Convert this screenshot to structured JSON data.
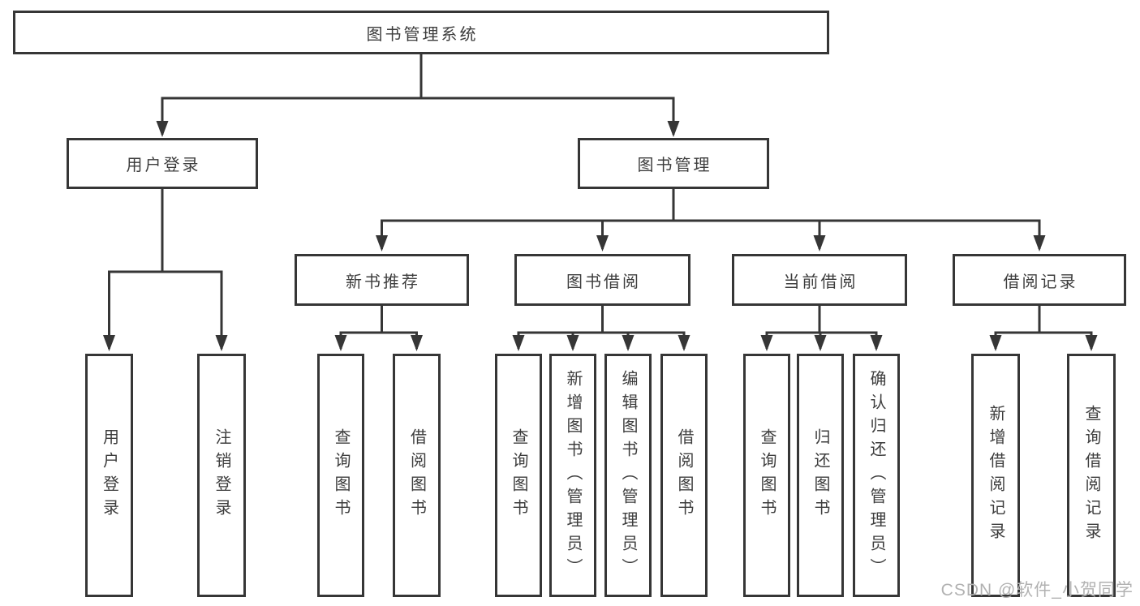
{
  "diagram": {
    "root_label": "图书管理系统",
    "nodes": {
      "user_login": "用户登录",
      "book_management": "图书管理",
      "new_book_recommend": "新书推荐",
      "book_borrow": "图书借阅",
      "current_borrow": "当前借阅",
      "borrow_records": "借阅记录"
    },
    "leaves": {
      "user_login": [
        "用户登录",
        "注销登录"
      ],
      "new_book_recommend": [
        "查询图书",
        "借阅图书"
      ],
      "book_borrow": [
        "查询图书",
        "新增图书（管理员）",
        "编辑图书（管理员）",
        "借阅图书"
      ],
      "current_borrow": [
        "查询图书",
        "归还图书",
        "确认归还（管理员）"
      ],
      "borrow_records": [
        "新增借阅记录",
        "查询借阅记录"
      ]
    }
  },
  "watermark": {
    "text": "CSDN @软件_小贺同学"
  }
}
